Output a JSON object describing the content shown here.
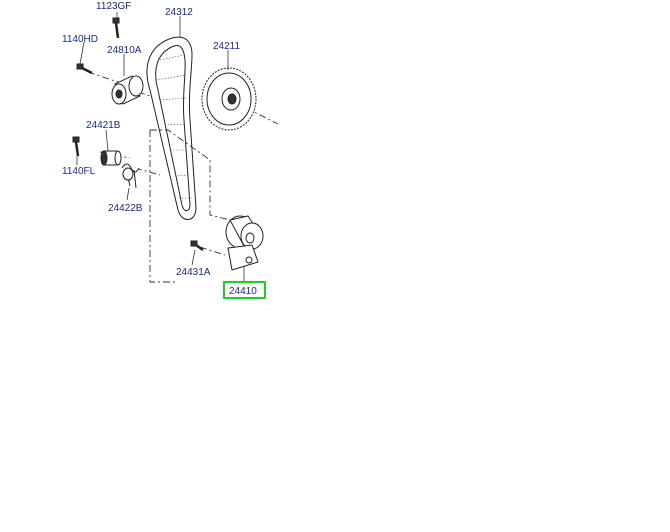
{
  "diagram": {
    "labels": {
      "p1123gf": "1123GF",
      "p24312": "24312",
      "p1140hd": "1140HD",
      "p24810a": "24810A",
      "p24211": "24211",
      "p24421b": "24421B",
      "p1140fl": "1140FL",
      "p24422b": "24422B",
      "p24431a": "24431A",
      "p24410": "24410"
    },
    "highlight": {
      "color": "#22cc22"
    },
    "ink_color": "#222222",
    "label_color": "#1a2a8c"
  }
}
